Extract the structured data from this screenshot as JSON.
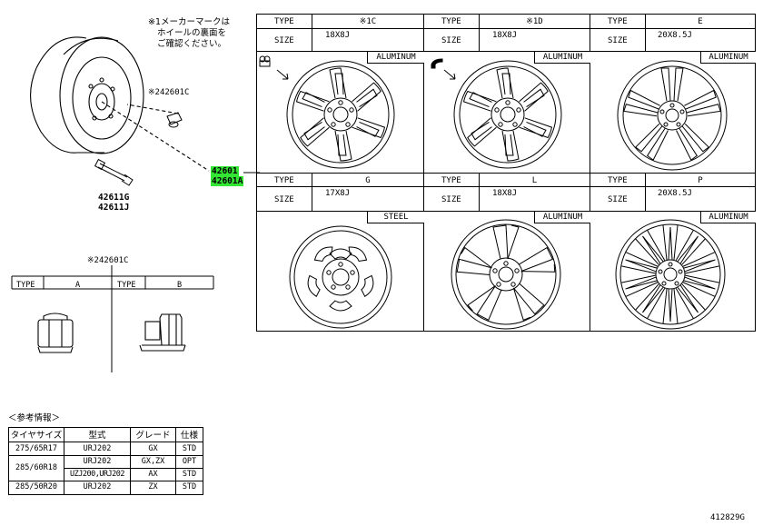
{
  "note_top": [
    "※1メーカーマークは",
    "ホイールの裏面を",
    "ご確認ください。"
  ],
  "callouts": {
    "cap_top": "※242601C",
    "valve": [
      "42611G",
      "42611J"
    ],
    "cap_mid": "※242601C",
    "wheel_parts": [
      "42601",
      "42601A"
    ]
  },
  "wheel_table": {
    "type_label": "TYPE",
    "size_label": "SIZE",
    "cells": [
      {
        "type": "※1C",
        "size": "18X8J",
        "material": "ALUMINUM"
      },
      {
        "type": "※1D",
        "size": "18X8J",
        "material": "ALUMINUM"
      },
      {
        "type": "E",
        "size": "20X8.5J",
        "material": "ALUMINUM"
      },
      {
        "type": "G",
        "size": "17X8J",
        "material": "STEEL"
      },
      {
        "type": "L",
        "size": "18X8J",
        "material": "ALUMINUM"
      },
      {
        "type": "P",
        "size": "20X8.5J",
        "material": "ALUMINUM"
      }
    ]
  },
  "nut_table": {
    "type_label": "TYPE",
    "types": [
      "A",
      "B"
    ]
  },
  "ref_table": {
    "title": "＜参考情報＞",
    "headers": [
      "タイヤサイズ",
      "型式",
      "グレード",
      "仕様"
    ],
    "rows": [
      [
        "275/65R17",
        "URJ202",
        "GX",
        "STD"
      ],
      [
        "285/60R18",
        "URJ202",
        "GX,ZX",
        "OPT"
      ],
      [
        "",
        "UZJ200,URJ202",
        "AX",
        "STD"
      ],
      [
        "285/50R20",
        "URJ202",
        "ZX",
        "STD"
      ]
    ]
  },
  "diagram_id": "412829G"
}
